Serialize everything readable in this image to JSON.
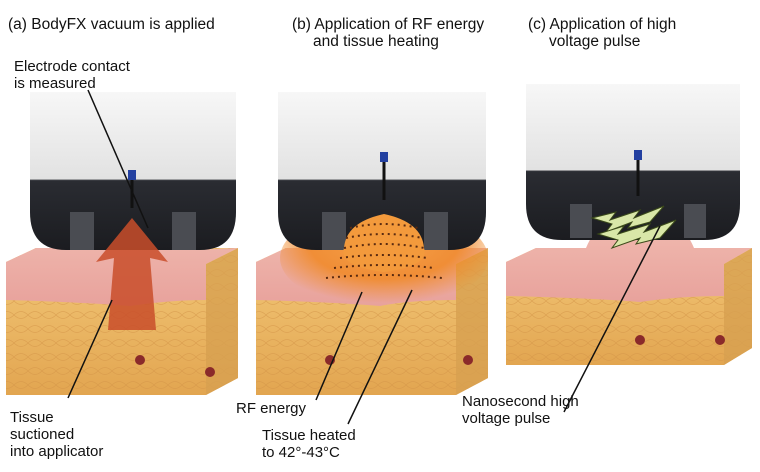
{
  "panels": [
    {
      "title_line1": "(a) BodyFX vacuum is applied",
      "title_line2": "",
      "callout_top_line1": "Electrode contact",
      "callout_top_line2": "is measured",
      "callout_bottom_line1": "Tissue",
      "callout_bottom_line2": "suctioned",
      "callout_bottom_line3": "into applicator"
    },
    {
      "title_line1": "(b) Application of RF energy",
      "title_line2": "and tissue heating",
      "callout_rf": "RF energy",
      "callout_heated_line1": "Tissue heated",
      "callout_heated_line2": "to 42°-43°C"
    },
    {
      "title_line1": "(c) Application of high",
      "title_line2": "voltage pulse",
      "callout_pulse_line1": "Nanosecond high",
      "callout_pulse_line2": "voltage pulse"
    }
  ],
  "colors": {
    "applicator_dark": "#23252b",
    "applicator_light": "#f0f0f0",
    "skin_pink": "#e8a9a4",
    "fat_yellow": "#efbf6a",
    "heat_orange": "#f08a2a",
    "arrow_red": "#c94d2a",
    "lightning_green": "#d9e7a8"
  }
}
